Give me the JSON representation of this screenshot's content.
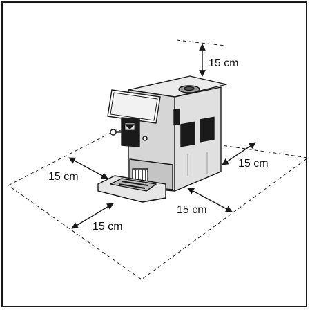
{
  "clearance_labels": {
    "top": "15 cm",
    "right": "15 cm",
    "back_left": "15 cm",
    "front_left": "15 cm",
    "front_right": "15 cm"
  },
  "colors": {
    "line": "#1a1a1a",
    "machine_light": "#e6e6e6",
    "machine_mid": "#cfcfcf",
    "machine_dark": "#a9a9a9",
    "panel_black": "#111111"
  }
}
